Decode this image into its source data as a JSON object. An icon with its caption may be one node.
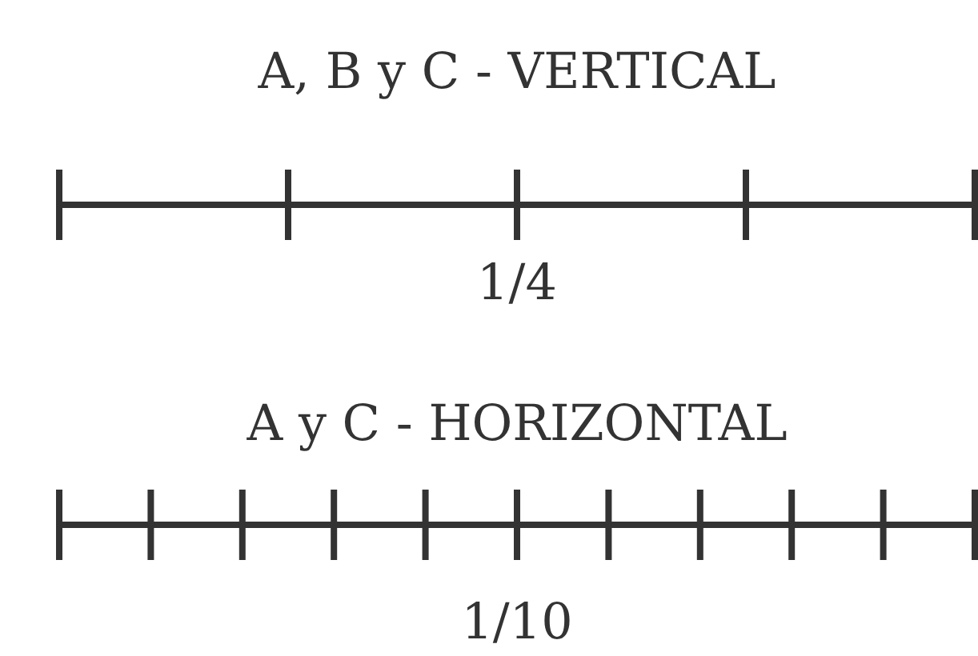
{
  "diagram": {
    "labels": [
      "A, B y C - VERTICAL",
      "1/4",
      "A y C - HORIZONTAL",
      "1/10"
    ]
  }
}
